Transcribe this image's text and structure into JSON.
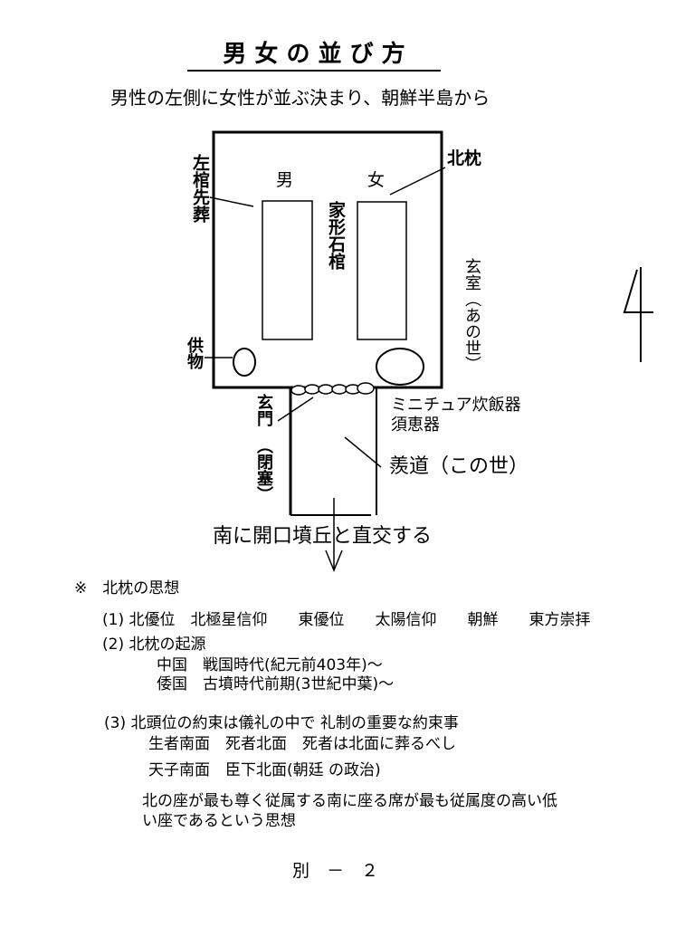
{
  "title": "男 女 の 並 び 方",
  "subtitle": "男性の左側に女性が並ぶ決まり、朝鮮半島から",
  "diagram": {
    "male": "男",
    "female": "女",
    "coffin_type": "家形石棺",
    "left_coffin_first": "左棺先葬",
    "north_pillow": "北枕",
    "chamber": "玄室（あの世）",
    "offering": "供物",
    "gate": "玄門",
    "gate_note": "（閉塞）",
    "rice_cooker": "ミニチュア炊飯器",
    "sueki": "須恵器",
    "passage": "羨道（この世）",
    "opening": "南に開口墳丘と直交する"
  },
  "notes": {
    "heading": "※　北枕の思想",
    "item1": "(1) 北優位　北極星信仰　　東優位　　太陽信仰　　朝鮮　　東方崇拝",
    "item2": "(2) 北枕の起源",
    "item2_china": "中国　戦国時代(紀元前403年)～",
    "item2_wa": "倭国　古墳時代前期(3世紀中葉)～",
    "item3": "(3) 北頭位の約束は儀礼の中で 礼制の重要な約束事",
    "item3_a": "生者南面　死者北面　死者は北面に葬るべし",
    "item3_b": "天子南面　臣下北面(朝廷 の政治)",
    "item3_c1": "北の座が最も尊く従属する南に座る席が最も従属度の高い低",
    "item3_c2": "い座であるという思想"
  },
  "page_label": "別　－　２"
}
